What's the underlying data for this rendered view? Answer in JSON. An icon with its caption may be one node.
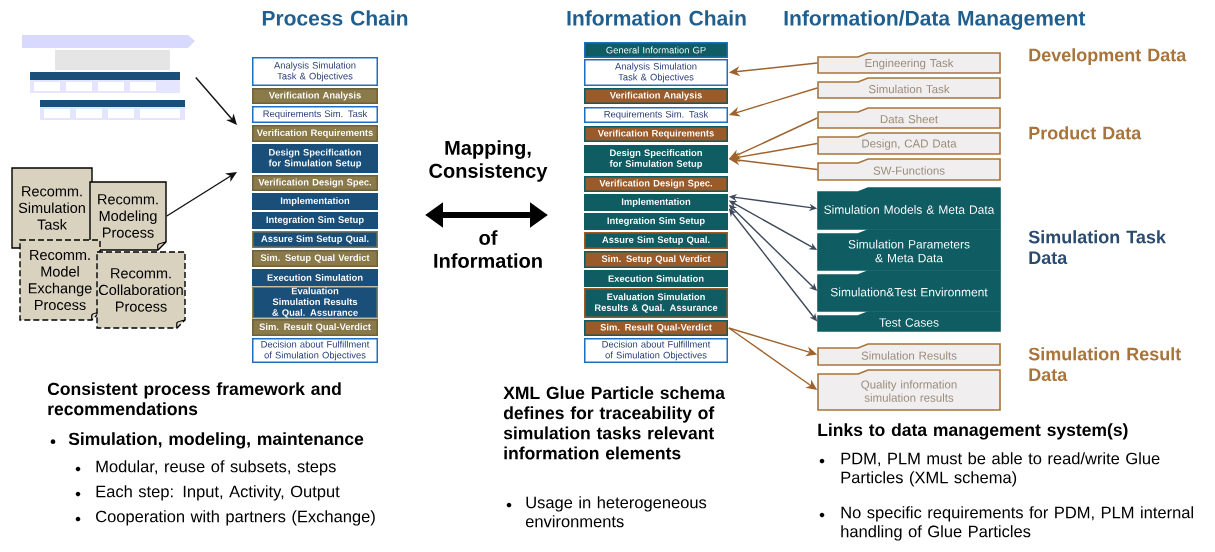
{
  "diagram": {
    "nodes": [
      {
        "text": [],
        "shape": "picture"
      },
      {
        "text": [
          "Recomm. Simulation Task"
        ]
      },
      {
        "text": [
          "Recomm. Modeling Process"
        ]
      },
      {
        "text": [
          "Recomm. Model Exchange Process"
        ]
      },
      {
        "text": [
          "Recomm. Collaboration Process"
        ]
      },
      {
        "text": [
          "Analysis Simulation Task & Objectives"
        ]
      },
      {
        "text": [
          "Verification Analysis"
        ]
      },
      {
        "text": [
          "Requirements Sim. Task"
        ]
      },
      {
        "text": [
          "Verification Requirements"
        ]
      },
      {
        "text": [
          "Design Specification for Simulation Setup"
        ]
      },
      {
        "text": [
          "Verification Design Spec."
        ]
      },
      {
        "text": [
          "Implementation"
        ]
      },
      {
        "text": [
          "Integration Sim Setup"
        ]
      },
      {
        "text": [
          "Assure Sim Setup Qual."
        ]
      },
      {
        "text": [
          "Sim. Setup Qual Verdict"
        ]
      },
      {
        "text": [
          "Execution Simulation"
        ]
      },
      {
        "text": [
          "Evaluation Simulation Results & Qual. Assurance"
        ]
      },
      {
        "text": [
          "Sim. Result Qual-Verdict"
        ]
      },
      {
        "text": [
          "Decision about Fulfillment of Simulation Objectives"
        ]
      },
      {
        "text": [
          "General Information GP"
        ]
      },
      {
        "text": [
          "Analysis Simulation Task & Objectives"
        ]
      },
      {
        "text": [
          "Verification Analysis"
        ]
      },
      {
        "text": [
          "Requirements Sim. Task"
        ]
      },
      {
        "text": [
          "Verification Requirements"
        ]
      },
      {
        "text": [
          "Design Specification for Simulation Setup"
        ]
      },
      {
        "text": [
          "Verification Design Spec."
        ]
      },
      {
        "text": [
          "Implementation"
        ]
      },
      {
        "text": [
          "Integration Sim Setup"
        ]
      },
      {
        "text": [
          "Assure Sim Setup Qual."
        ]
      },
      {
        "text": [
          "Sim. Setup Qual Verdict"
        ]
      },
      {
        "text": [
          "Execution Simulation"
        ]
      },
      {
        "text": [
          "Evaluation Simulation Results & Qual. Assurance"
        ]
      },
      {
        "text": [
          "Sim. Result Qual-Verdict"
        ]
      },
      {
        "text": [
          "Decision about Fulfillment of Simulation Objectives"
        ]
      },
      {
        "text": [
          "Engineering Task"
        ]
      },
      {
        "text": [
          "Simulation Task"
        ]
      },
      {
        "text": [
          "Data Sheet"
        ]
      },
      {
        "text": [
          "Design, CAD Data"
        ]
      },
      {
        "text": [
          "SW-Functions"
        ]
      },
      {
        "text": [
          "Simulation Models & Meta Data"
        ]
      },
      {
        "text": [
          "Simulation Parameters & Meta Data"
        ]
      },
      {
        "text": [
          "Simulation&Test Environment"
        ]
      },
      {
        "text": [
          "Test Cases"
        ]
      },
      {
        "text": [
          "Simulation Results"
        ]
      },
      {
        "text": [
          "Quality information simulation results"
        ]
      }
    ],
    "edges": [
      {
        "from": 0,
        "to": null,
        "arrow": "to",
        "color": "#111111"
      },
      {
        "from": 2,
        "to": null,
        "arrow": "to",
        "color": "#111111"
      },
      {
        "from": 34,
        "to": 20,
        "arrow": "to"
      },
      {
        "from": 35,
        "to": 22,
        "arrow": "to"
      },
      {
        "from": 36,
        "to": 24,
        "arrow": "to"
      },
      {
        "from": 37,
        "to": 24,
        "arrow": "to"
      },
      {
        "from": 38,
        "to": 24,
        "arrow": "to"
      },
      {
        "from": 26,
        "to": 39,
        "arrow": "both",
        "color": "#3d4a5c"
      },
      {
        "from": 26,
        "to": 40,
        "arrow": "both",
        "color": "#3d4a5c"
      },
      {
        "from": 26,
        "to": 41,
        "arrow": "both",
        "color": "#3d4a5c"
      },
      {
        "from": 26,
        "to": 42,
        "arrow": "both",
        "color": "#3d4a5c"
      },
      {
        "from": 32,
        "to": 43,
        "arrow": "to"
      },
      {
        "from": 32,
        "to": 44,
        "arrow": "to"
      }
    ],
    "labels": [
      "Process Chain",
      "Information Chain",
      "Information/Data Management",
      "Development Data",
      "Product Data",
      "Mapping, Consistency",
      "of Information",
      "Simulation Task Data",
      "Simulation Result Data",
      "Consistent process framework and recommendations",
      "Simulation, modeling, maintenance",
      "Modular, reuse of subsets, steps",
      "Each step: Input, Activity, Output",
      "Cooperation with partners (Exchange)",
      "XML Glue Particle schema defines for traceability of simulation tasks relevant information elements",
      "Usage in heterogeneous environments",
      "Links to data management system(s)",
      "PDM, PLM must be able to read/write Glue Particles (XML schema)",
      "No specific requirements for PDM, PLM internal handling of Glue Particles"
    ]
  }
}
